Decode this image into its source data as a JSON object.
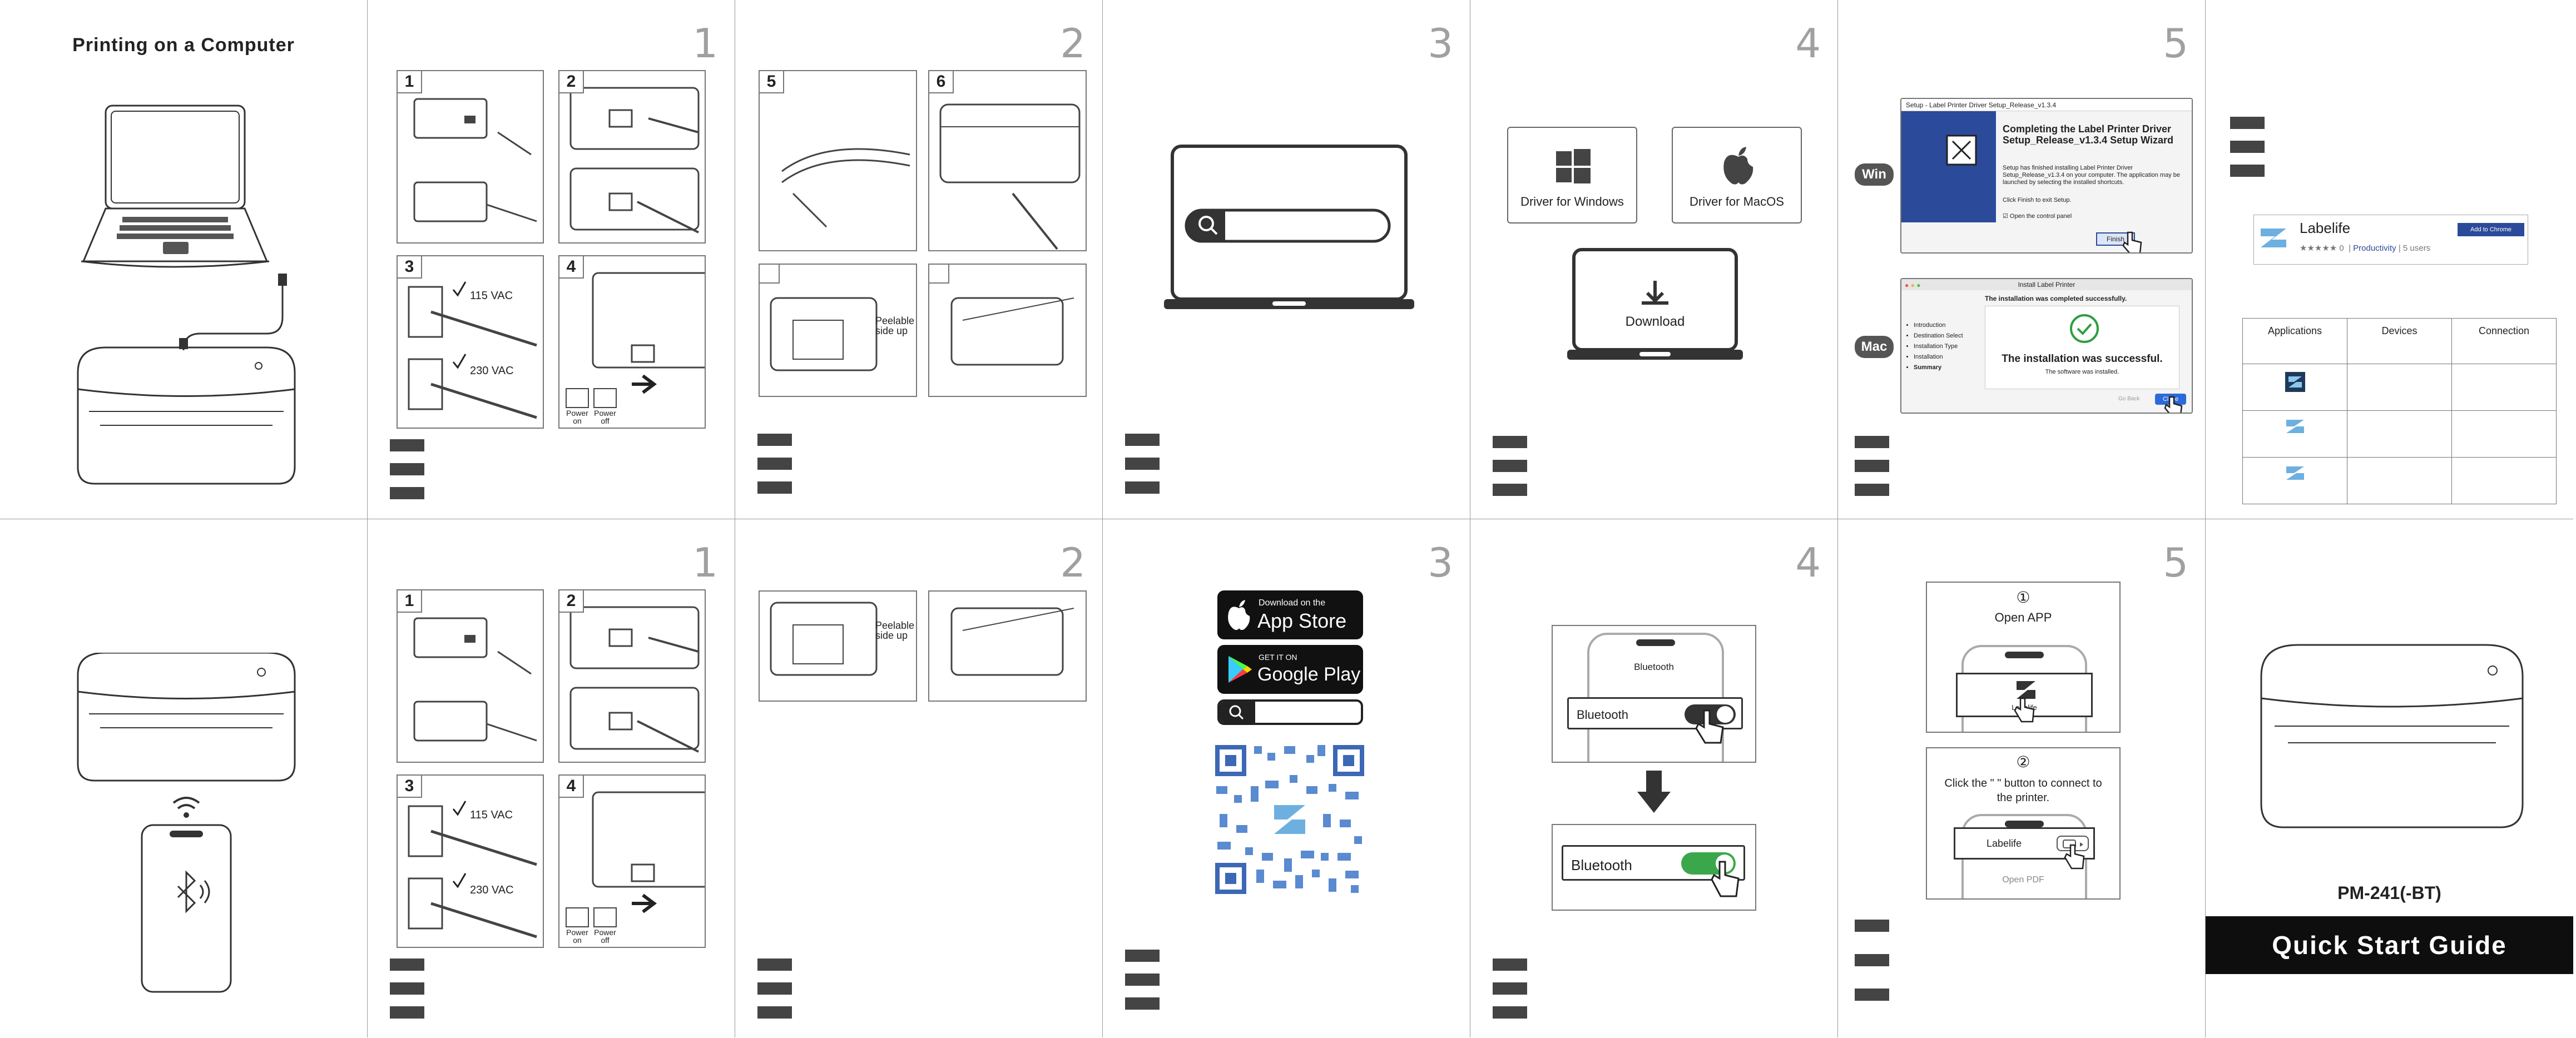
{
  "top_row": {
    "intro": {
      "title": "Printing on a Computer"
    },
    "step1": {
      "number": "1",
      "tags": [
        "1",
        "2",
        "3",
        "4"
      ],
      "voltage_115": "115 VAC",
      "voltage_230": "230 VAC",
      "power_on": "Power on",
      "power_off": "Power off"
    },
    "step2": {
      "number": "2",
      "tags": [
        "5",
        "6"
      ],
      "peelable": "Peelable side up"
    },
    "step3": {
      "number": "3"
    },
    "step4": {
      "number": "4",
      "windows_driver": "Driver for Windows",
      "mac_driver": "Driver for MacOS",
      "download": "Download"
    },
    "step5": {
      "number": "5",
      "win_tag": "Win",
      "mac_tag": "Mac",
      "win_dialog": {
        "title": "Setup - Label Printer Driver Setup_Release_v1.3.4",
        "heading": "Completing the Label Printer Driver Setup_Release_v1.3.4 Setup Wizard",
        "body": "Setup has finished installing Label Printer Driver Setup_Release_v1.3.4 on your computer. The application may be launched by selecting the installed shortcuts.",
        "exit_note": "Click Finish to exit Setup.",
        "checkbox": "Open the control panel",
        "finish": "Finish"
      },
      "mac_dialog": {
        "title": "Install Label Printer",
        "subtitle": "The installation was completed successfully.",
        "steps": [
          "Introduction",
          "Destination Select",
          "Installation Type",
          "Installation",
          "Summary"
        ],
        "success": "The installation was successful.",
        "installed": "The software was installed.",
        "go_back": "Go Back",
        "close": "Close"
      }
    },
    "app_panel": {
      "app_name": "Labelife",
      "add_button": "Add to Chrome",
      "rating_count": "0",
      "category": "Productivity",
      "users": "5 users",
      "table_headers": [
        "Applications",
        "Devices",
        "Connection"
      ]
    }
  },
  "bottom_row": {
    "step1": {
      "number": "1",
      "tags": [
        "1",
        "2",
        "3",
        "4"
      ],
      "voltage_115": "115 VAC",
      "voltage_230": "230 VAC",
      "power_on": "Power on",
      "power_off": "Power off"
    },
    "step2": {
      "number": "2",
      "peelable": "Peelable side up"
    },
    "step3": {
      "number": "3",
      "app_store_small": "Download on the",
      "app_store": "App Store",
      "google_small": "GET IT ON",
      "google": "Google Play"
    },
    "step4": {
      "number": "4",
      "bluetooth_header": "Bluetooth",
      "bluetooth_1": "Bluetooth",
      "bluetooth_2": "Bluetooth"
    },
    "step5": {
      "number": "5",
      "circle1": "①",
      "open_app": "Open APP",
      "app_label": "Labelife",
      "circle2": "②",
      "instruction": "Click the \" \" button to connect to the printer.",
      "row_label": "Labelife",
      "open_pdf": "Open PDF"
    },
    "cover": {
      "model": "PM-241(-BT)",
      "guide": "Quick Start Guide"
    }
  },
  "colors": {
    "bar": "#444444",
    "accent_blue": "#2c4a9a",
    "toggle_green": "#3aa84a",
    "success_green": "#2e9e3e",
    "cover_bg": "#0e0e0e"
  }
}
